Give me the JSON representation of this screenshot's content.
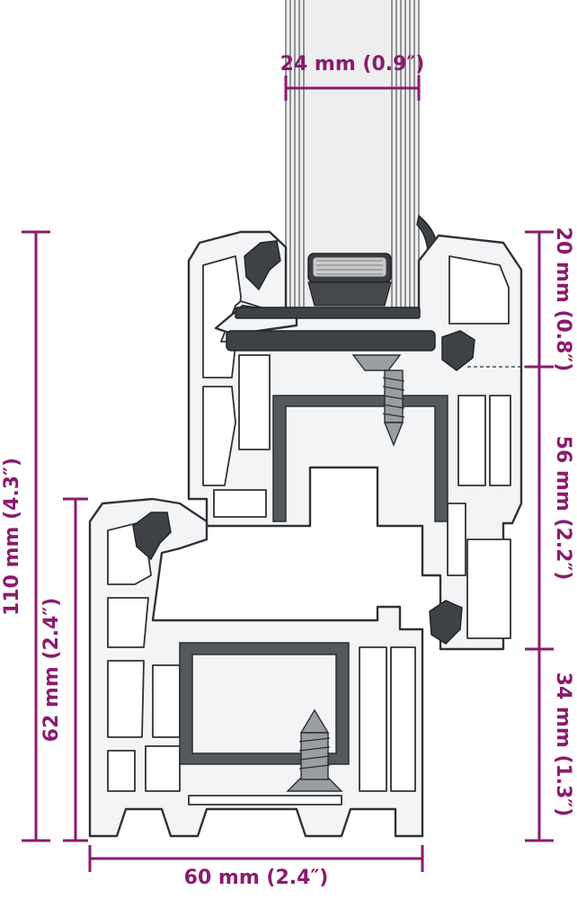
{
  "dimensions": {
    "glass_thickness": "24 mm (0.9″)",
    "total_height": "110 mm (4.3″)",
    "frame_height": "62 mm (2.4″)",
    "frame_depth": "60 mm (2.4″)",
    "upper_offset": "20 mm (0.8″)",
    "sash_height": "56 mm (2.2″)",
    "lower_offset": "34 mm (1.3″)"
  },
  "colors": {
    "dimension": "#8a1b6e",
    "outline": "#2f3236",
    "profile_fill": "#f3f4f5",
    "steel_reinforcement": "#55595e"
  }
}
